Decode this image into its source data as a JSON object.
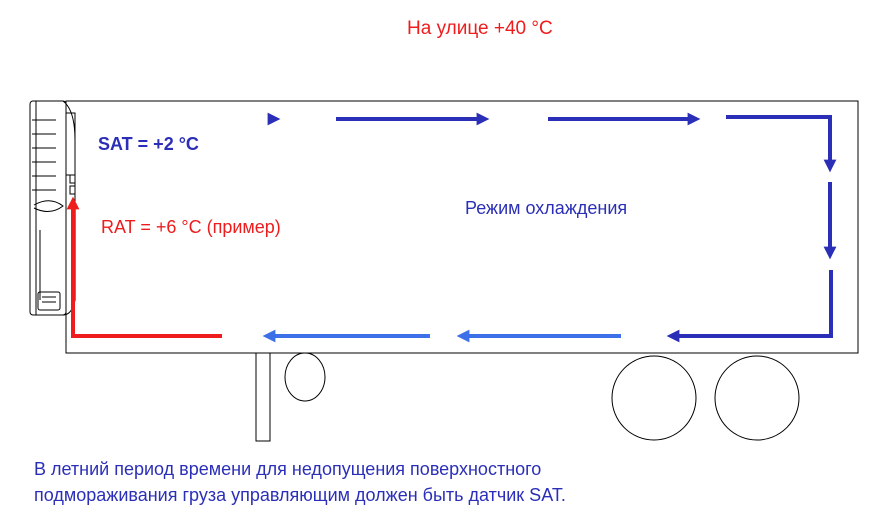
{
  "labels": {
    "outside_temp": "На улице +40 °C",
    "sat": "SAT = +2 °C",
    "rat": "RAT = +6 °C (пример)",
    "mode": "Режим охлаждения",
    "caption_line1": "В летний период времени для недопущения поверхностного",
    "caption_line2": "подмораживания груза управляющим должен быть датчик SAT."
  },
  "colors": {
    "outside": "#ee1c1c",
    "sat": "#2b2fb7",
    "rat": "#ee1c1c",
    "mode": "#2b2fb7",
    "caption": "#2b2fb7",
    "supply_air": "#2b2fb7",
    "return_air_blue": "#3d6fe8",
    "return_air_red": "#ee1c1c",
    "outline": "#000000"
  },
  "icons": {
    "reefer_unit": "refrigeration-unit-icon",
    "trailer": "trailer-outline",
    "wheels": "wheel-icon"
  }
}
